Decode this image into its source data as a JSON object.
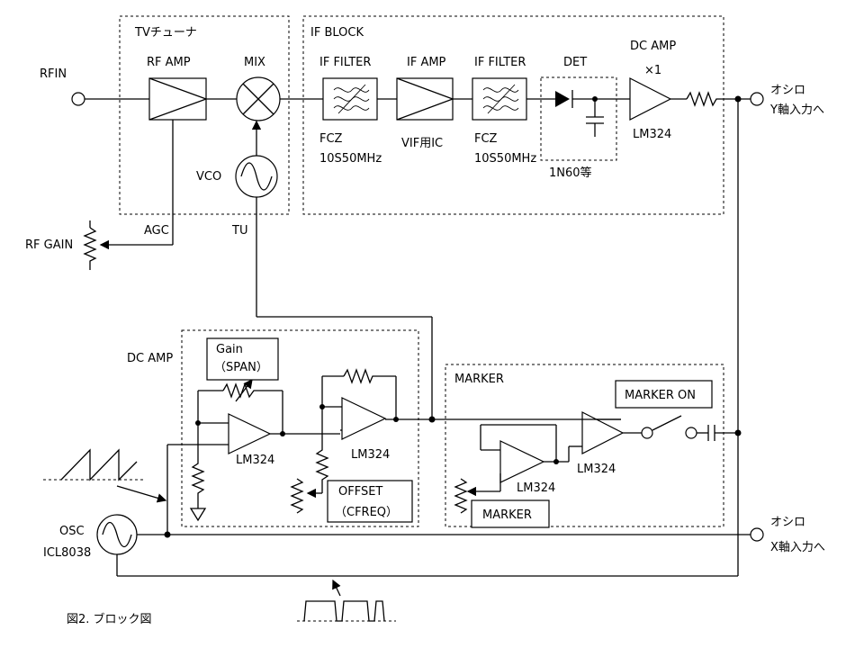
{
  "diagram": {
    "caption": "図2. ブロック図",
    "groups": {
      "tv_tuner": "TVチューナ",
      "if_block": "IF BLOCK",
      "dc_amp": "DC AMP",
      "marker": "MARKER"
    },
    "top": {
      "rfin": "RFIN",
      "rf_amp": "RF AMP",
      "mix": "MIX",
      "vco": "VCO",
      "agc": "AGC",
      "tu": "TU",
      "rf_gain": "RF GAIN",
      "if_filter1": "IF FILTER",
      "if_amp": "IF AMP",
      "if_filter2": "IF FILTER",
      "det": "DET",
      "dc_amp_top": "DC AMP",
      "x1": "×1",
      "fcz1": "FCZ",
      "fcz1_part": "10S50MHz",
      "vif_ic": "VIF用IC",
      "fcz2": "FCZ",
      "fcz2_part": "10S50MHz",
      "diode": "1N60等",
      "lm324_top": "LM324",
      "osc_y1": "オシロ",
      "osc_y2": "Y軸入力へ"
    },
    "bottom": {
      "gain": "Gain",
      "span": "（SPAN）",
      "lm324_a": "LM324",
      "lm324_b": "LM324",
      "offset": "OFFSET",
      "cfreq": "（CFREQ）",
      "lm324_c": "LM324",
      "lm324_d": "LM324",
      "marker_on": "MARKER ON",
      "marker_btn": "MARKER",
      "osc": "OSC",
      "osc_part": "ICL8038",
      "osc_x1": "オシロ",
      "osc_x2": "X軸入力へ"
    }
  }
}
